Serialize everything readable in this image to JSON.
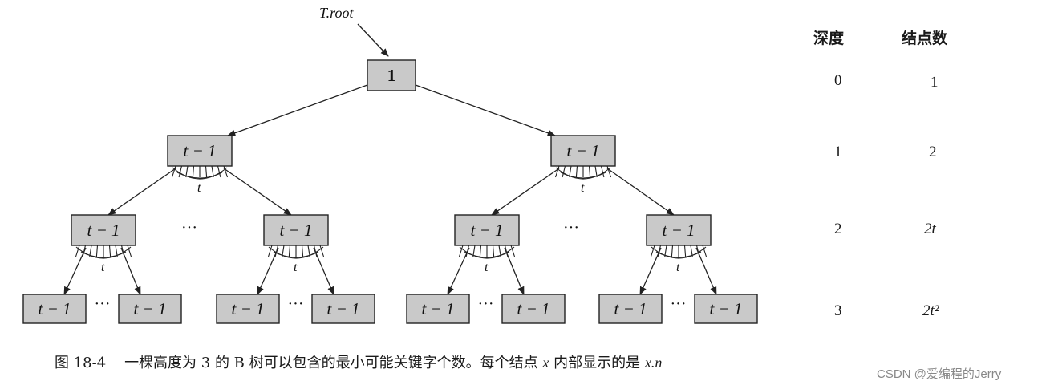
{
  "diagram": {
    "root_pointer_label": "T.root",
    "root_key_count": "1",
    "node_key_label": "t − 1",
    "branch_label": "t",
    "ellipsis": "···"
  },
  "table": {
    "headers": [
      "深度",
      "结点数"
    ],
    "rows": [
      {
        "depth": "0",
        "count": "1"
      },
      {
        "depth": "1",
        "count": "2"
      },
      {
        "depth": "2",
        "count": "2t"
      },
      {
        "depth": "3",
        "count": "2t²"
      }
    ]
  },
  "caption": {
    "figure_no": "图 18-4",
    "text": "一棵高度为 3 的 B 树可以包含的最小可能关键字个数。每个结点",
    "var_x": "x",
    "text2": "内部显示的是",
    "expr": "x.n"
  },
  "watermark": "CSDN @爱编程的Jerry"
}
